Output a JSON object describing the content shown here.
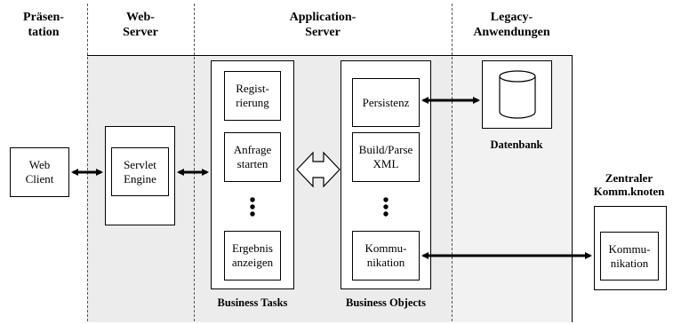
{
  "columns": {
    "praesentation": "Präsen-\ntation",
    "webserver": "Web-\nServer",
    "appserver": "Application-\nServer",
    "legacy": "Legacy-\nAnwendungen"
  },
  "nodes": {
    "web_client": "Web\nClient",
    "servlet_engine": "Servlet\nEngine",
    "registrierung": "Regist-\nrierung",
    "anfrage_starten": "Anfrage\nstarten",
    "ergebnis_anzeigen": "Ergebnis\nanzeigen",
    "persistenz": "Persistenz",
    "build_parse_xml": "Build/Parse\nXML",
    "kommunikation": "Kommu-\nnikation",
    "zentral_kommunikation": "Kommu-\nnikation"
  },
  "captions": {
    "business_tasks": "Business Tasks",
    "business_objects": "Business Objects",
    "datenbank": "Datenbank",
    "zentraler_knoten": "Zentraler\nKomm.knoten"
  },
  "ellipsis": "•\n•\n•"
}
